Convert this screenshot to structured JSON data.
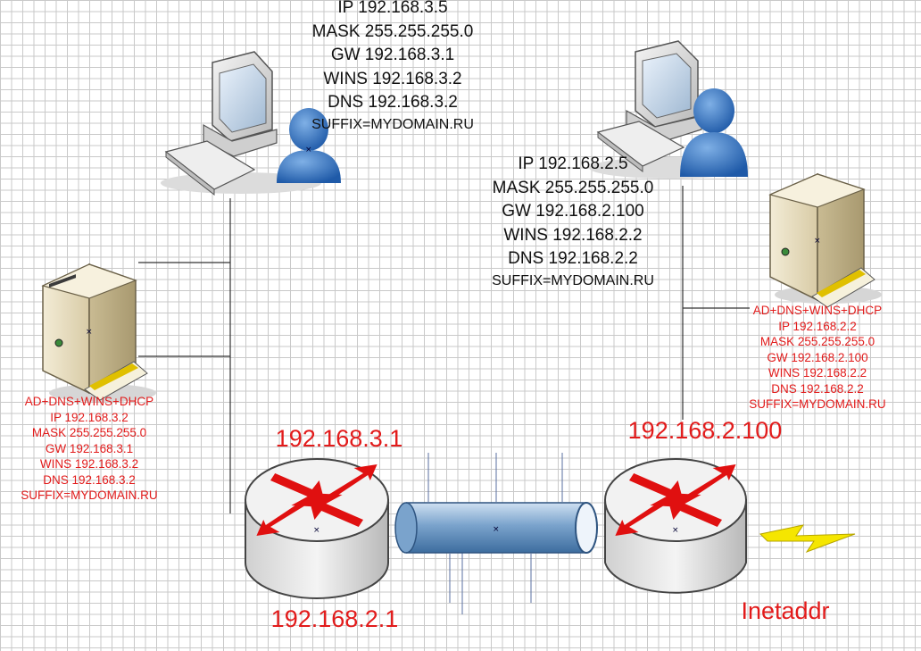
{
  "workstation_left": {
    "ip": "IP 192.168.3.5",
    "mask": "MASK 255.255.255.0",
    "gw": "GW 192.168.3.1",
    "wins": "WINS 192.168.3.2",
    "dns": "DNS 192.168.3.2",
    "suffix": "SUFFIX=MYDOMAIN.RU"
  },
  "workstation_right": {
    "ip": "IP 192.168.2.5",
    "mask": "MASK 255.255.255.0",
    "gw": "GW 192.168.2.100",
    "wins": "WINS 192.168.2.2",
    "dns": "DNS 192.168.2.2",
    "suffix": "SUFFIX=MYDOMAIN.RU"
  },
  "server_left": {
    "role": "AD+DNS+WINS+DHCP",
    "ip": "IP 192.168.3.2",
    "mask": "MASK 255.255.255.0",
    "gw": "GW 192.168.3.1",
    "wins": "WINS 192.168.3.2",
    "dns": "DNS 192.168.3.2",
    "suffix": "SUFFIX=MYDOMAIN.RU"
  },
  "server_right": {
    "role": "AD+DNS+WINS+DHCP",
    "ip": "IP 192.168.2.2",
    "mask": "MASK 255.255.255.0",
    "gw": "GW 192.168.2.100",
    "wins": "WINS 192.168.2.2",
    "dns": "DNS 192.168.2.2",
    "suffix": "SUFFIX=MYDOMAIN.RU"
  },
  "router_left": {
    "top_ip": "192.168.3.1",
    "bottom_ip": "192.168.2.1"
  },
  "router_right": {
    "top_ip": "192.168.2.100"
  },
  "internet_label": "Inetaddr",
  "colors": {
    "label_red": "#e21b1b",
    "router_arrow": "#e01010",
    "tunnel_blue": "#6e9ac4",
    "person_blue": "#3a78c4",
    "server_beige": "#e6dcc0",
    "bolt_yellow": "#f5e600"
  }
}
